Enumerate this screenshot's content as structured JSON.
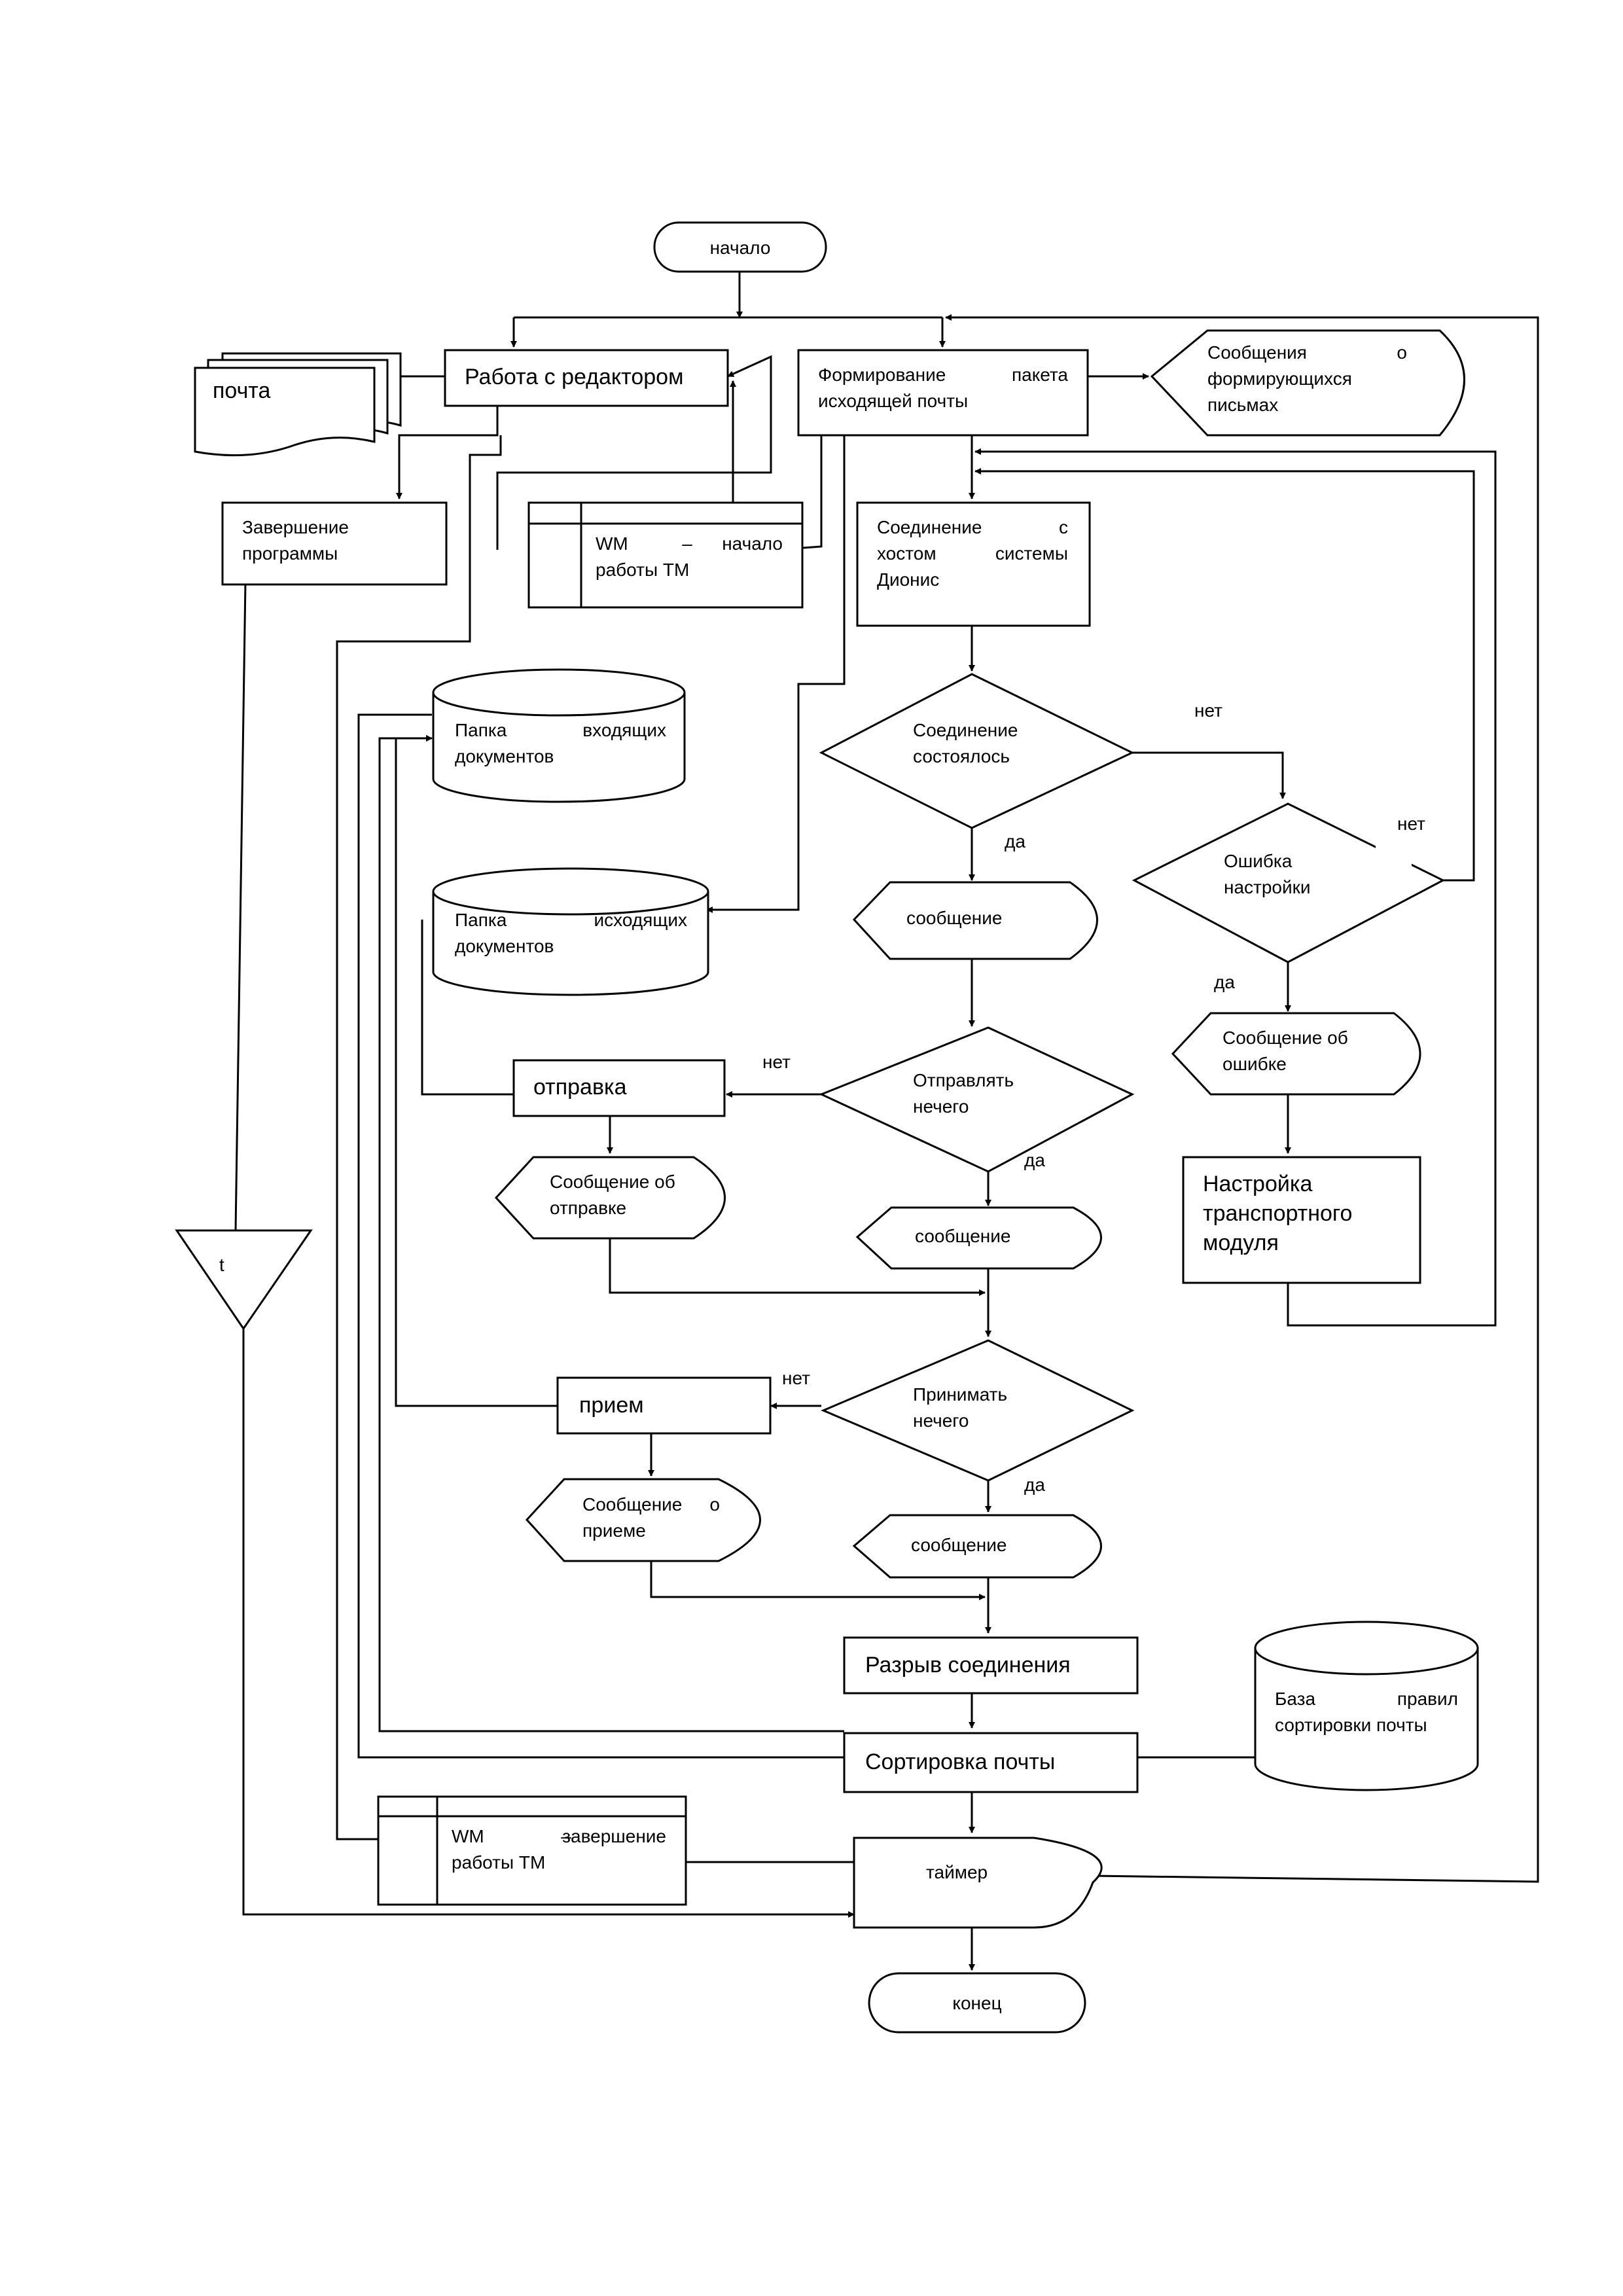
{
  "nodes": {
    "start": "начало",
    "editor": "Работа с редактором",
    "mail_doc": "почта",
    "form_pkg_l1_a": "Формирование",
    "form_pkg_l1_b": "пакета",
    "form_pkg_l2": "исходящей почты",
    "msg_forming_l1_a": "Сообщения",
    "msg_forming_l1_b": "о",
    "msg_forming_l2": "формирующихся",
    "msg_forming_l3": "письмах",
    "exit_l1": "Завершение",
    "exit_l2": "программы",
    "wm_start_l1_a": "WM",
    "wm_start_l1_b": "–",
    "wm_start_l1_c": "начало",
    "wm_start_l2": "работы ТМ",
    "connect_l1_a": "Соединение",
    "connect_l1_b": "с",
    "connect_l2_a": "хостом",
    "connect_l2_b": "системы",
    "connect_l3": "Дионис",
    "conn_ok_l1": "Соединение",
    "conn_ok_l2": "состоялось",
    "inbox_l1_a": "Папка",
    "inbox_l1_b": "входящих",
    "inbox_l2": "документов",
    "outbox_l1_a": "Папка",
    "outbox_l1_b": "исходящих",
    "outbox_l2": "документов",
    "msg1": "сообщение",
    "setup_err_l1": "Ошибка",
    "setup_err_l2": "настройки",
    "err_msg_l1": "Сообщение об",
    "err_msg_l2": "ошибке",
    "send_q_l1": "Отправлять",
    "send_q_l2": "нечего",
    "send": "отправка",
    "send_msg_l1": "Сообщение об",
    "send_msg_l2": "отправке",
    "msg2": "сообщение",
    "tm_setup_l1": "Настройка",
    "tm_setup_l2": "транспортного",
    "tm_setup_l3": "модуля",
    "timer_t": "t",
    "recv_q_l1": "Принимать",
    "recv_q_l2": "нечего",
    "recv": "прием",
    "recv_msg_l1_a": "Сообщение",
    "recv_msg_l1_b": "о",
    "recv_msg_l2": "приеме",
    "msg3": "сообщение",
    "disconnect": "Разрыв соединения",
    "rules_db_l1_a": "База",
    "rules_db_l1_b": "правил",
    "rules_db_l2": "сортировки почты",
    "sort": "Сортировка почты",
    "wm_end_l1_a": "WM",
    "wm_end_l1_b": "–",
    "wm_end_l1_c": "завершение",
    "wm_end_l2": "работы ТМ",
    "timer": "таймер",
    "end": "конец"
  },
  "edge_labels": {
    "conn_no": "нет",
    "conn_yes": "да",
    "err_no": "нет",
    "err_yes": "да",
    "send_no": "нет",
    "send_yes": "да",
    "recv_no": "нет",
    "recv_yes": "да"
  }
}
